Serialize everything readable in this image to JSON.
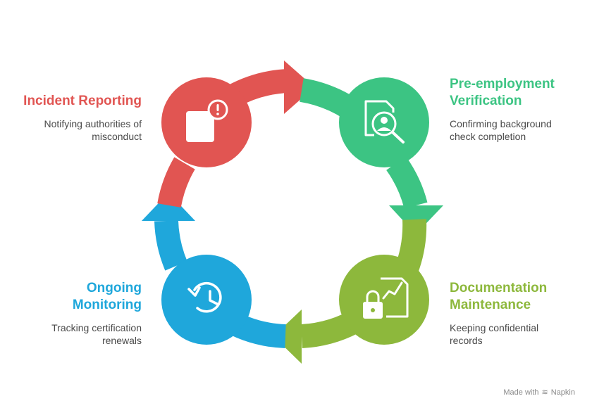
{
  "colors": {
    "incident": "#E15552",
    "verification": "#3CC483",
    "documentation": "#8DB83C",
    "monitoring": "#1FA7DB"
  },
  "steps": [
    {
      "title_lines": [
        "Incident Reporting"
      ],
      "desc_lines": [
        "Notifying authorities of",
        "misconduct"
      ],
      "icon": "alert-box-icon"
    },
    {
      "title_lines": [
        "Pre-employment",
        "Verification"
      ],
      "desc_lines": [
        "Confirming background",
        "check completion"
      ],
      "icon": "document-search-person-icon"
    },
    {
      "title_lines": [
        "Documentation",
        "Maintenance"
      ],
      "desc_lines": [
        "Keeping confidential",
        "records"
      ],
      "icon": "locked-chart-document-icon"
    },
    {
      "title_lines": [
        "Ongoing",
        "Monitoring"
      ],
      "desc_lines": [
        "Tracking certification",
        "renewals"
      ],
      "icon": "history-clock-icon"
    }
  ],
  "footer": {
    "made_with": "Made with",
    "brand": "Napkin"
  }
}
